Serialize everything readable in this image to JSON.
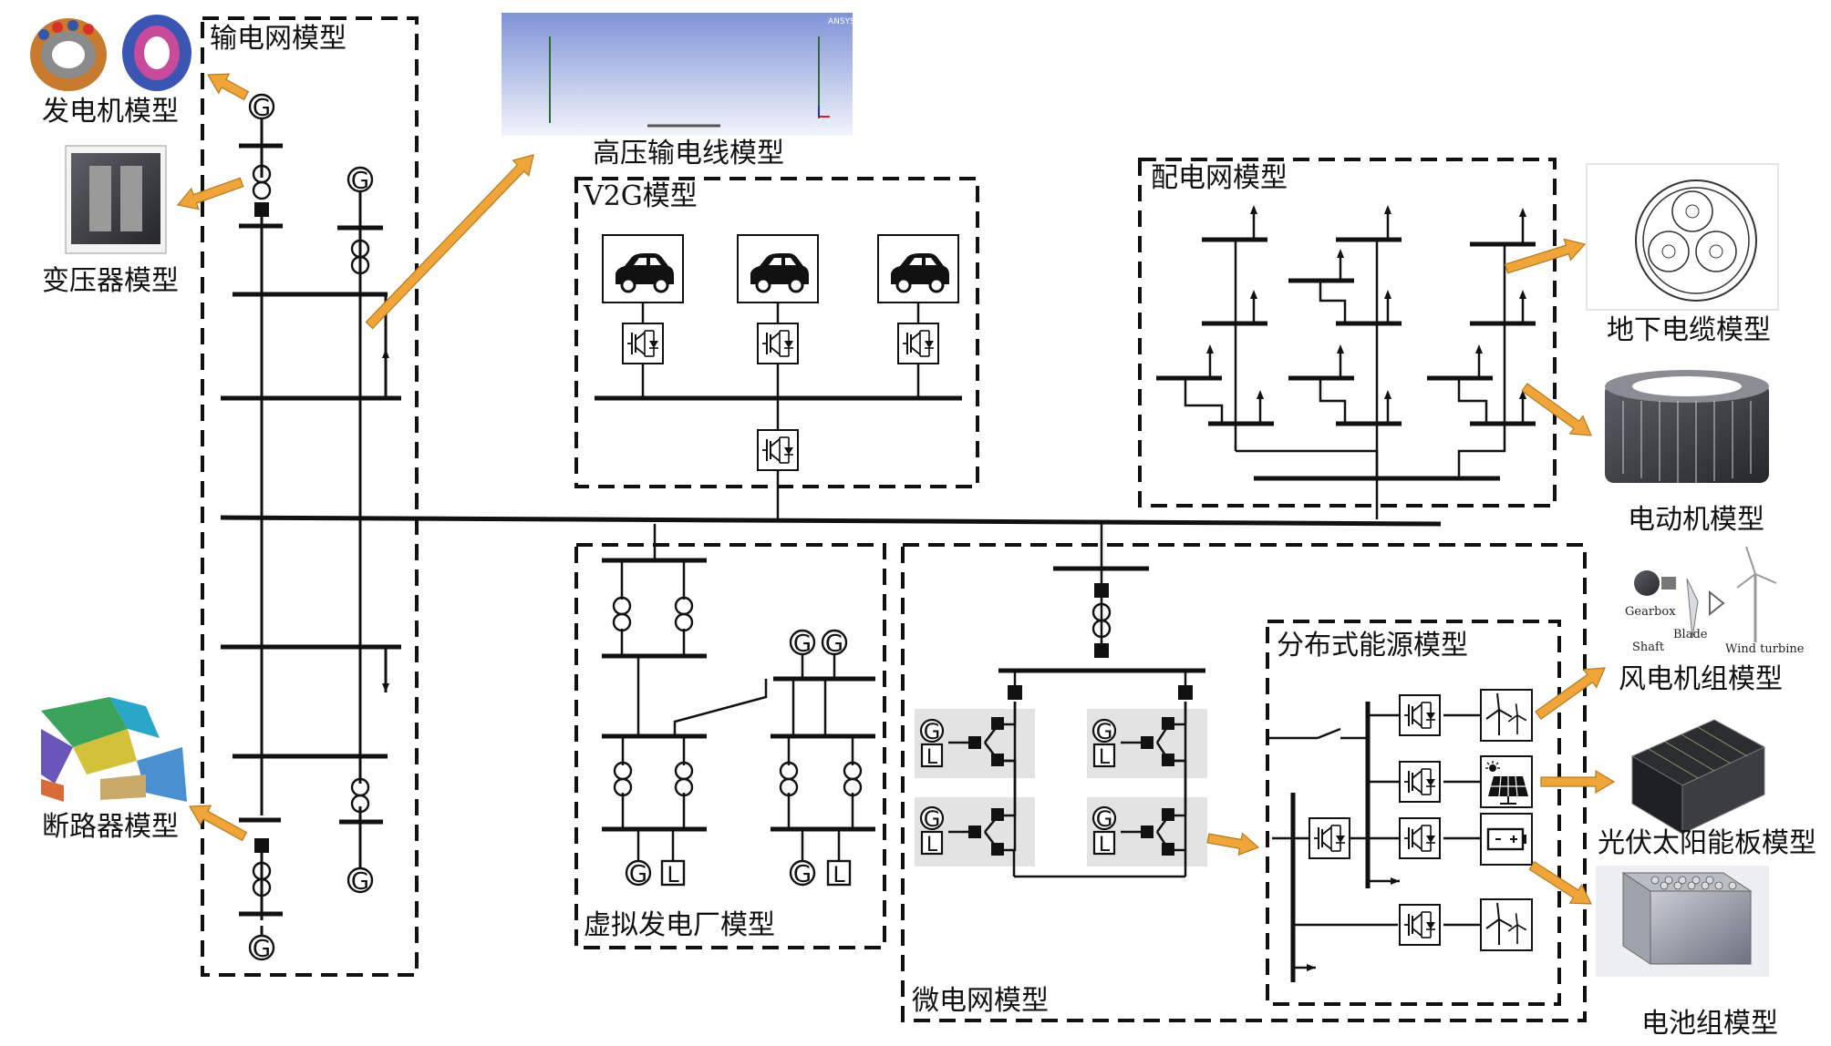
{
  "boxes": {
    "transmission": "输电网模型",
    "v2g": "V2G模型",
    "distribution": "配电网模型",
    "vpp": "虚拟发电厂模型",
    "microgrid": "微电网模型",
    "der": "分布式能源模型"
  },
  "components": {
    "generator": "发电机模型",
    "transformer": "变压器模型",
    "hv_line": "高压输电线模型",
    "cable": "地下电缆模型",
    "motor": "电动机模型",
    "wind_turbine": "风电机组模型",
    "pv": "光伏太阳能板模型",
    "battery": "电池组模型",
    "breaker": "断路器模型"
  },
  "wind_inset": {
    "gearbox": "Gearbox",
    "shaft": "Shaft",
    "blade": "Blade",
    "turbine": "Wind turbine"
  },
  "hv_inset": {
    "brand": "ANSYS"
  },
  "symbols": {
    "gen": "G",
    "load": "L"
  },
  "colors": {
    "arrow": "#f0a53a",
    "arrow_stroke": "#b57a1c",
    "line": "#111111",
    "shade": "#e3e3e3"
  }
}
